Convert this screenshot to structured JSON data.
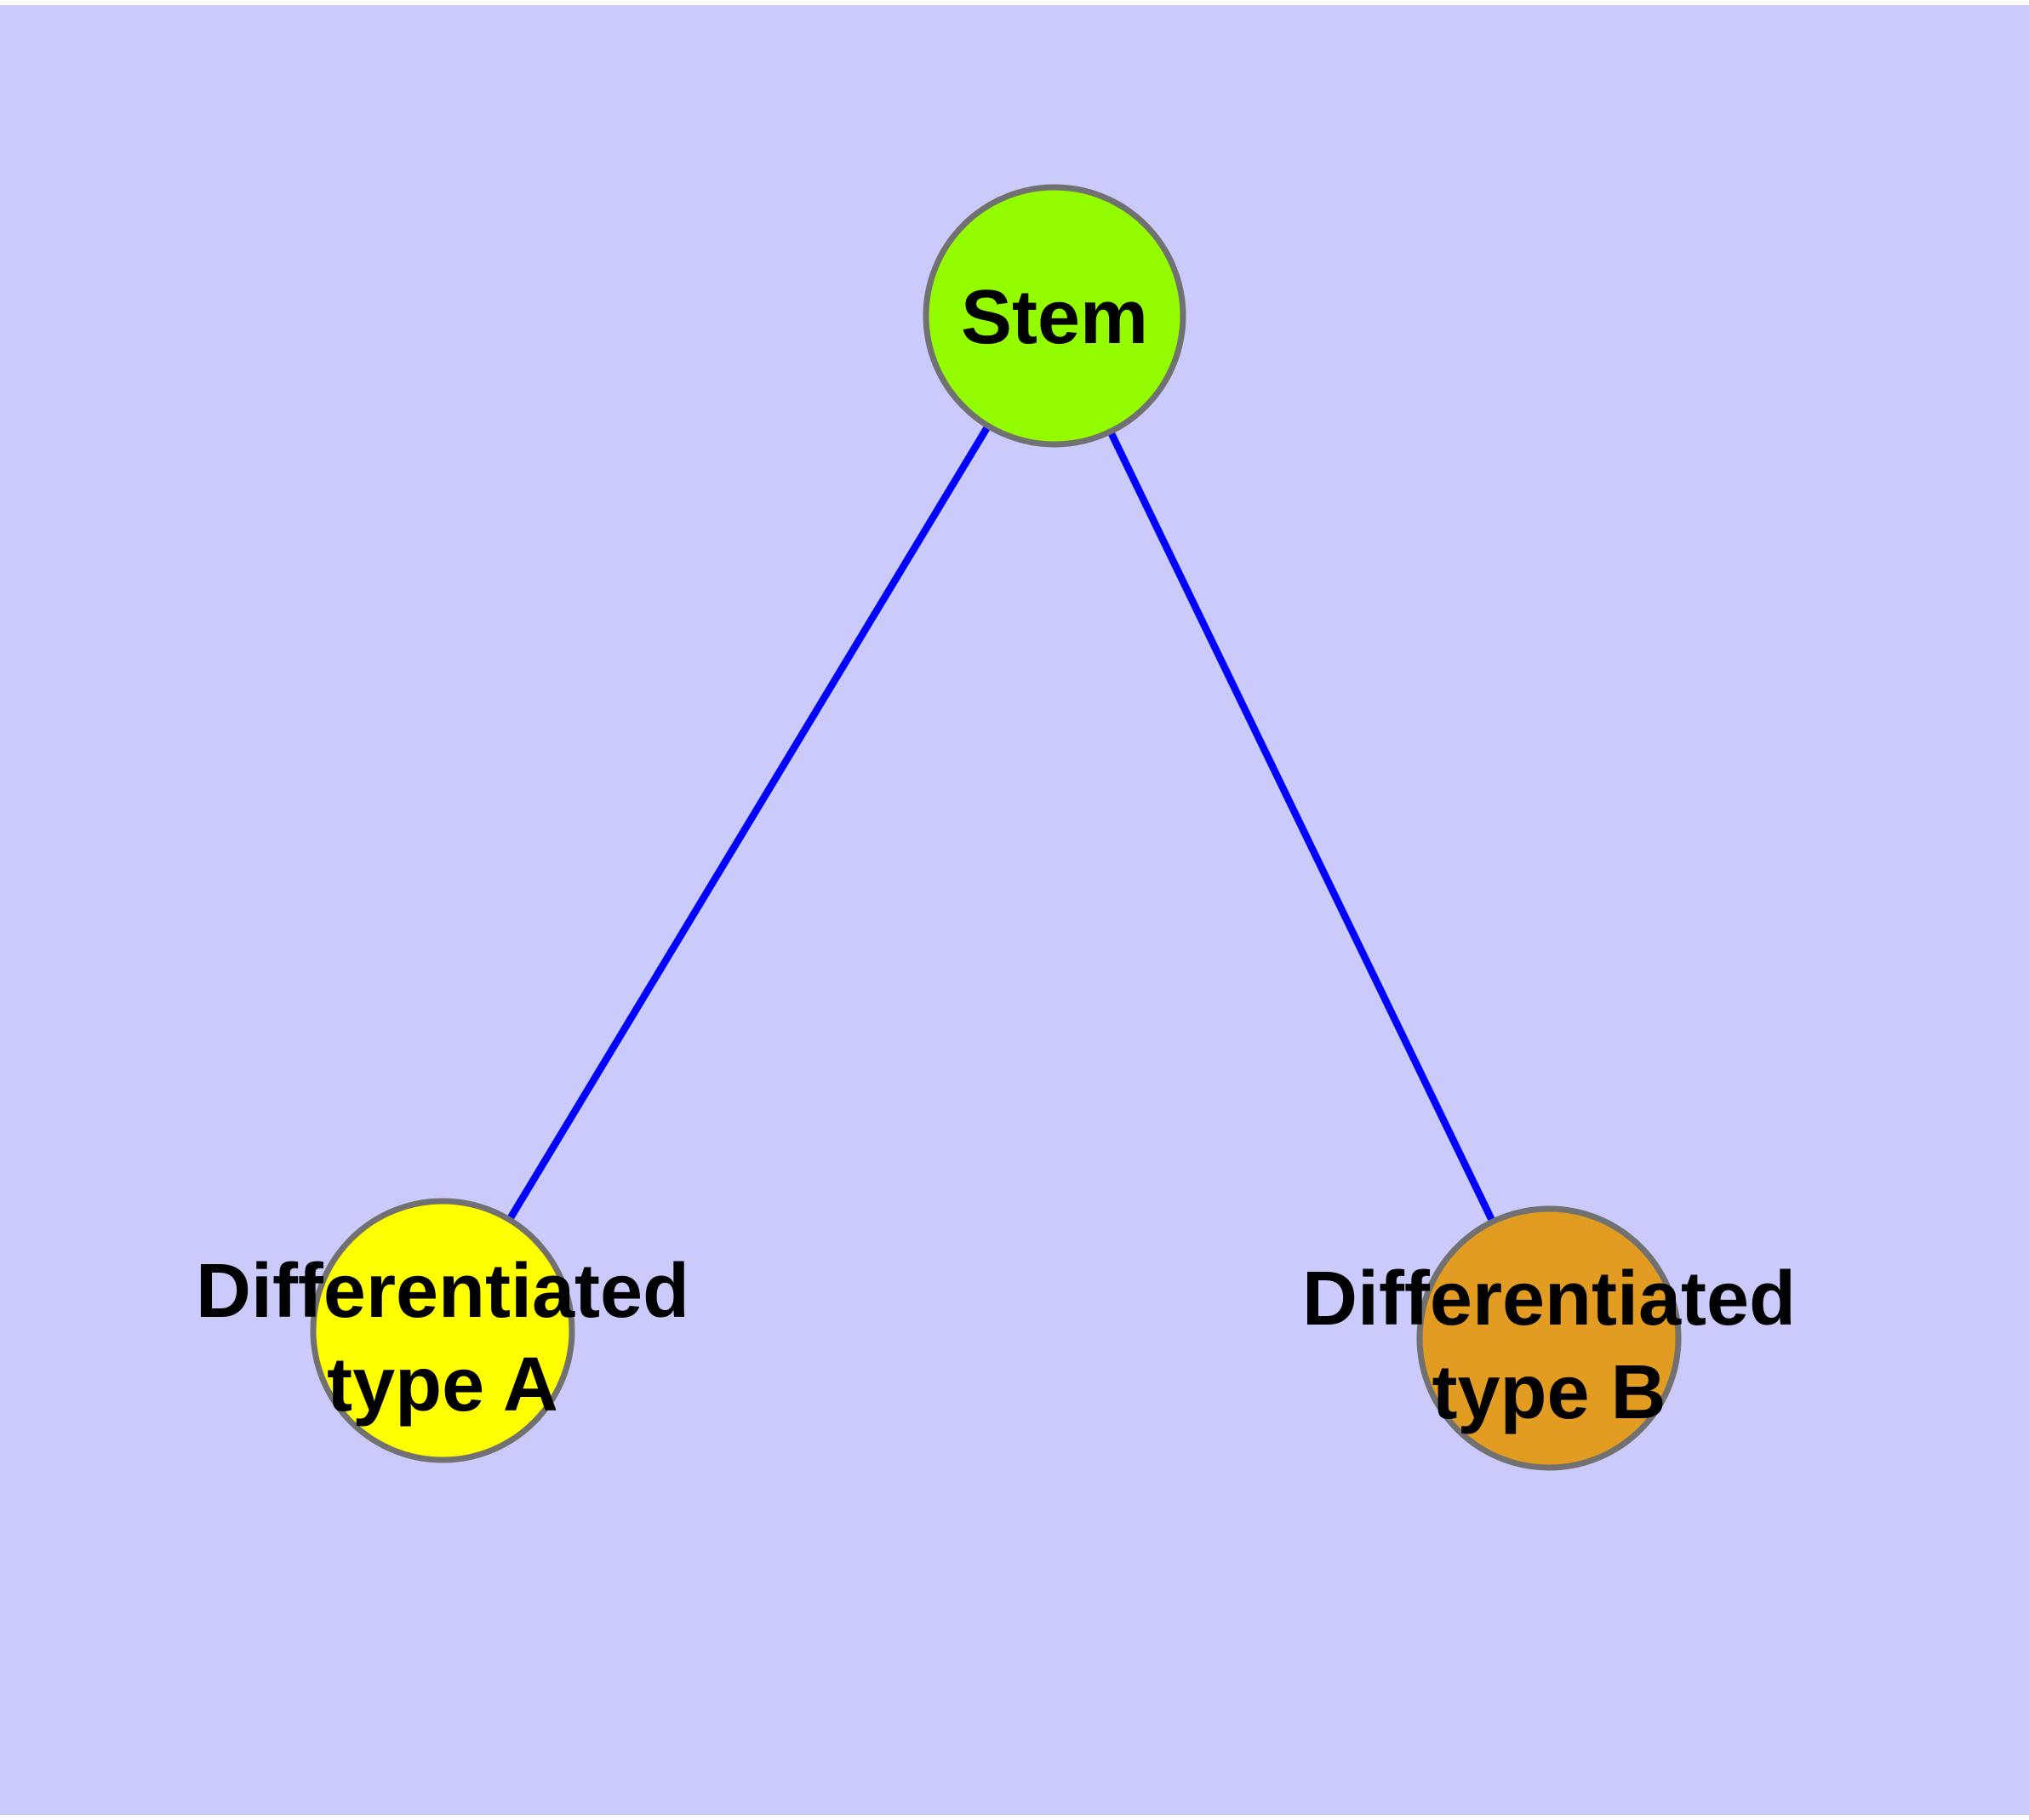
{
  "diagram": {
    "background_color": "#CACAFB",
    "margin_strip_color": "#FDFDFF",
    "edge_color": "#0000FF",
    "node_border_color": "#717171",
    "label_color": "#000000",
    "nodes": [
      {
        "id": "stem",
        "label": "Stem",
        "lines": [
          "Stem"
        ],
        "color": "#94FC00"
      },
      {
        "id": "differentiated-type-a",
        "label": "Differentiated type A",
        "lines": [
          "Differentiated",
          "type A"
        ],
        "color": "#FFFF00"
      },
      {
        "id": "differentiated-type-b",
        "label": "Differentiated type B",
        "lines": [
          "Differentiated",
          "type B"
        ],
        "color": "#E29C22"
      }
    ],
    "edges": [
      {
        "from": "stem",
        "to": "differentiated-type-a"
      },
      {
        "from": "stem",
        "to": "differentiated-type-b"
      }
    ]
  }
}
